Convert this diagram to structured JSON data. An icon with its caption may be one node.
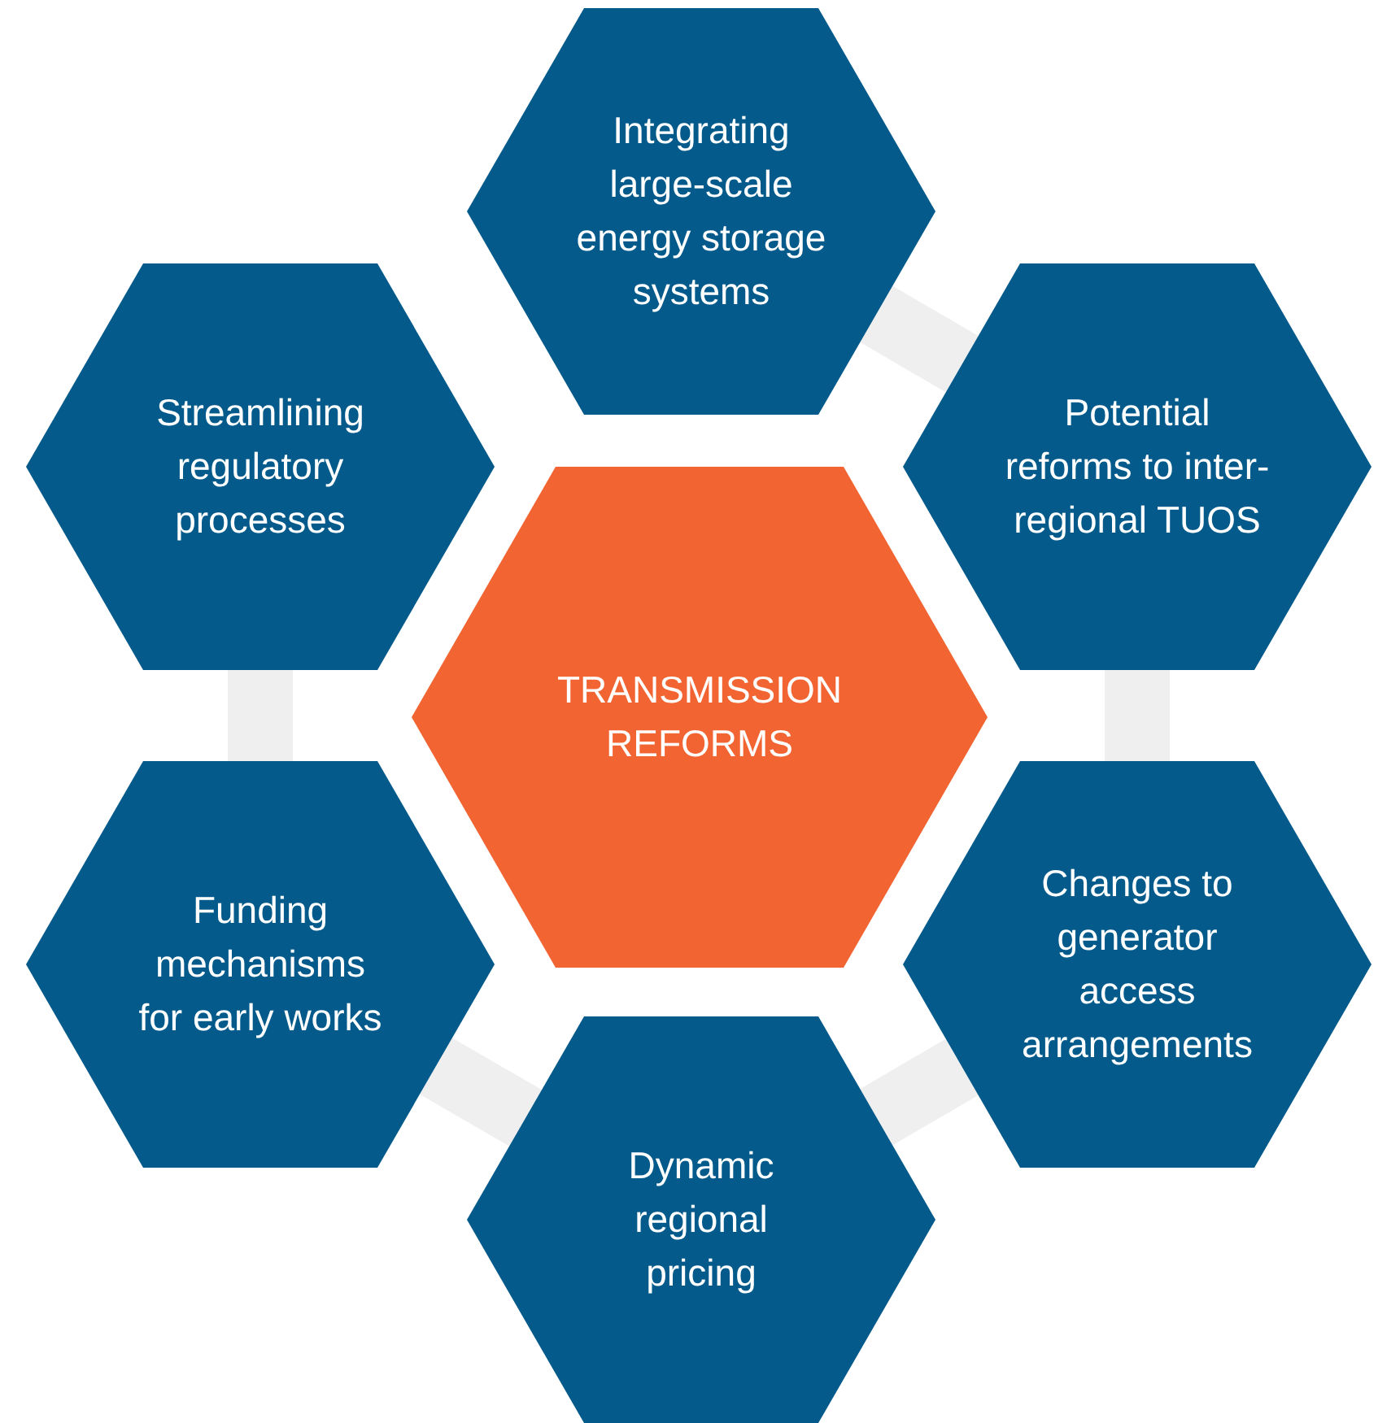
{
  "diagram": {
    "nodes": [
      {
        "text": [
          "Integrating large-scale energy storage systems"
        ]
      },
      {
        "text": [
          "Streamlining regulatory processes"
        ]
      },
      {
        "text": [
          "Potential reforms to inter-regional TUOS"
        ]
      },
      {
        "text": [
          "TRANSMISSION REFORMS"
        ]
      },
      {
        "text": [
          "Funding mechanisms for early works"
        ]
      },
      {
        "text": [
          "Changes to generator access arrangements"
        ]
      },
      {
        "text": [
          "Dynamic regional pricing"
        ]
      }
    ],
    "edges": [
      {
        "from": 0,
        "to": 2,
        "arrow": "none"
      },
      {
        "from": 2,
        "to": 5,
        "arrow": "none"
      },
      {
        "from": 5,
        "to": 6,
        "arrow": "none"
      },
      {
        "from": 6,
        "to": 4,
        "arrow": "none"
      },
      {
        "from": 4,
        "to": 1,
        "arrow": "none"
      }
    ]
  }
}
